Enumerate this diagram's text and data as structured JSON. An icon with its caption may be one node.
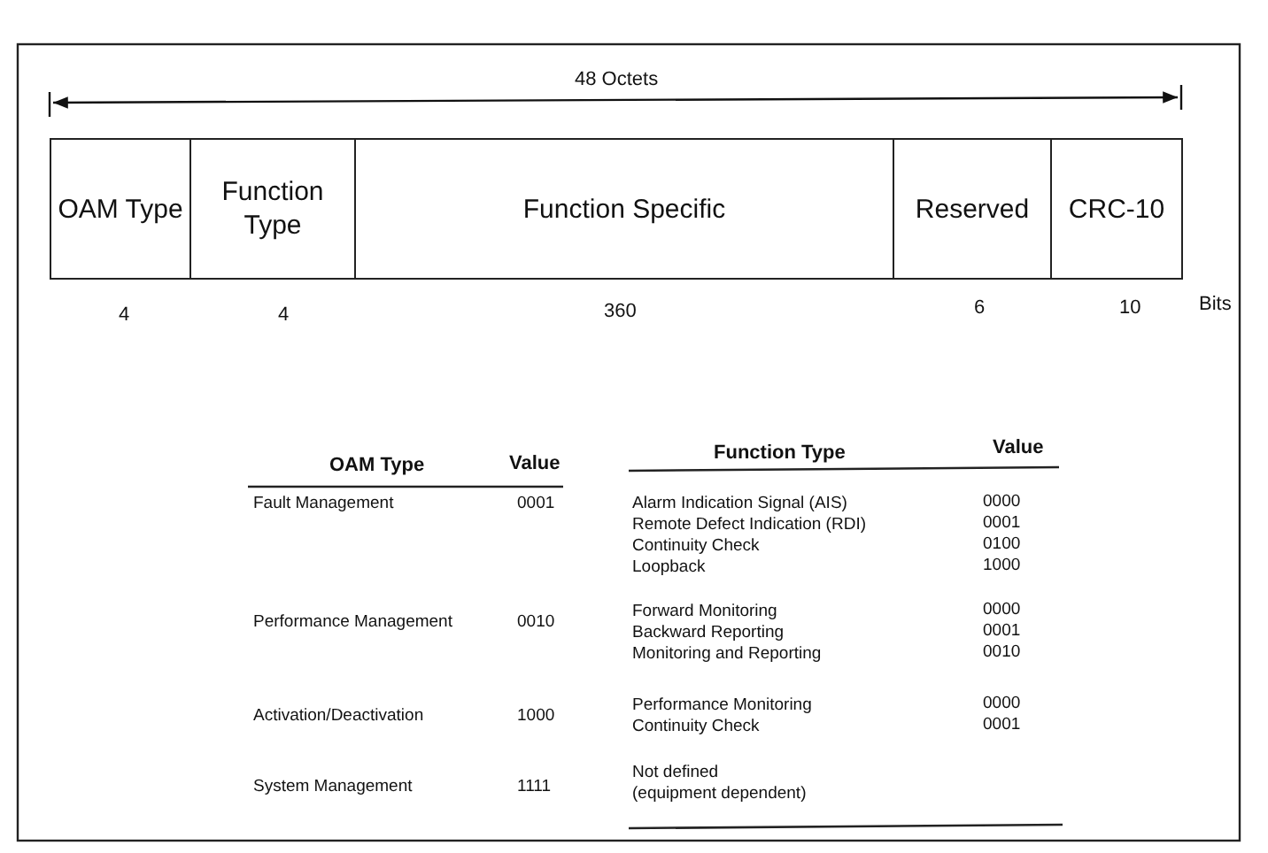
{
  "diagram": {
    "nodes": [
      {
        "text": [
          "OAM Type"
        ]
      },
      {
        "text": [
          "Function Type"
        ]
      },
      {
        "text": [
          "Function Specific"
        ]
      },
      {
        "text": [
          "Reserved"
        ]
      },
      {
        "text": [
          "CRC-10"
        ]
      }
    ],
    "labels": [
      "48 Octets",
      "4",
      "4",
      "360",
      "6",
      "10",
      "Bits",
      "OAM Type",
      "Value",
      "Function Type",
      "Value",
      "Fault Management",
      "0001",
      "Alarm Indication Signal (AIS)",
      "0000",
      "Remote Defect Indication (RDI)",
      "0001",
      "Continuity Check",
      "0100",
      "Loopback",
      "1000",
      "Performance Management",
      "0010",
      "Forward Monitoring",
      "0000",
      "Backward Reporting",
      "0001",
      "Monitoring and Reporting",
      "0010",
      "Activation/Deactivation",
      "1000",
      "Performance Monitoring",
      "0000",
      "Continuity Check",
      "0001",
      "System Management",
      "1111",
      "Not defined",
      "(equipment dependent)"
    ]
  }
}
